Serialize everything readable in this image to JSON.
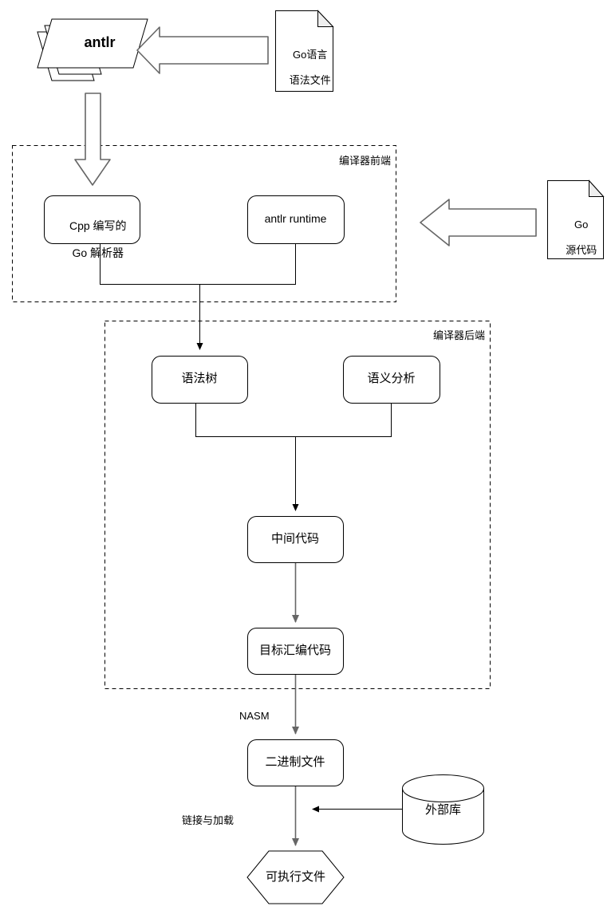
{
  "diagram": {
    "title": "Go compiler pipeline flowchart",
    "colors": {
      "stroke": "#000000",
      "arrow_gray": "#666666",
      "fold_fill": "#eeeeee",
      "background": "#ffffff"
    },
    "groups": [
      {
        "id": "frontend",
        "label": "编译器前端"
      },
      {
        "id": "backend",
        "label": "编译器后端"
      }
    ],
    "nodes": {
      "antlr": {
        "label": "antlr",
        "shape": "document-stack"
      },
      "go_grammar_file": {
        "label": "Go语言\n语法文件",
        "line1": "Go语言",
        "line2": "语法文件",
        "shape": "document"
      },
      "go_source": {
        "label": "Go\n源代码",
        "line1": "Go",
        "line2": "源代码",
        "shape": "document"
      },
      "cpp_parser": {
        "label": "Cpp 编写的\nGo 解析器",
        "line1": "Cpp 编写的",
        "line2": "Go 解析器",
        "shape": "rounded-rect"
      },
      "antlr_runtime": {
        "label": "antlr runtime",
        "shape": "rounded-rect"
      },
      "syntax_tree": {
        "label": "语法树",
        "shape": "rounded-rect"
      },
      "semantic_analysis": {
        "label": "语义分析",
        "shape": "rounded-rect"
      },
      "intermediate_code": {
        "label": "中间代码",
        "shape": "rounded-rect"
      },
      "target_assembly": {
        "label": "目标汇编代码",
        "shape": "rounded-rect"
      },
      "binary_file": {
        "label": "二进制文件",
        "shape": "rounded-rect"
      },
      "external_library": {
        "label": "外部库",
        "shape": "cylinder"
      },
      "executable": {
        "label": "可执行文件",
        "shape": "hexagon"
      }
    },
    "edge_labels": {
      "nasm": "NASM",
      "link_and_load": "链接与加载"
    }
  }
}
